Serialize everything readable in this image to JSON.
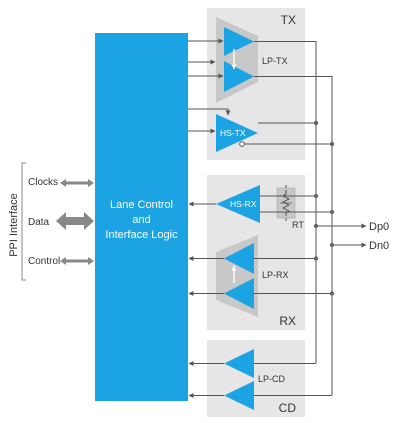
{
  "interface": {
    "label": "PPI Interface",
    "signals": [
      "Clocks",
      "Data",
      "Control"
    ]
  },
  "core": {
    "lines": [
      "Lane Control",
      "and",
      "Interface Logic"
    ]
  },
  "blocks": {
    "tx": {
      "title": "TX",
      "lp_label": "LP-TX",
      "hs_label": "HS-TX"
    },
    "rx": {
      "title": "RX",
      "hs_label": "HS-RX",
      "rt_label": "RT",
      "lp_label": "LP-RX"
    },
    "cd": {
      "title": "CD",
      "lp_label": "LP-CD"
    }
  },
  "pins": {
    "dp": "Dp0",
    "dn": "Dn0"
  },
  "colors": {
    "core_blue": "#1ca3e3",
    "amp_blue": "#1ca3e3",
    "panel": "#e6e6e6",
    "wire": "#555555",
    "arrow_gray": "#888888",
    "trapezoid": "#c8c8c8"
  }
}
